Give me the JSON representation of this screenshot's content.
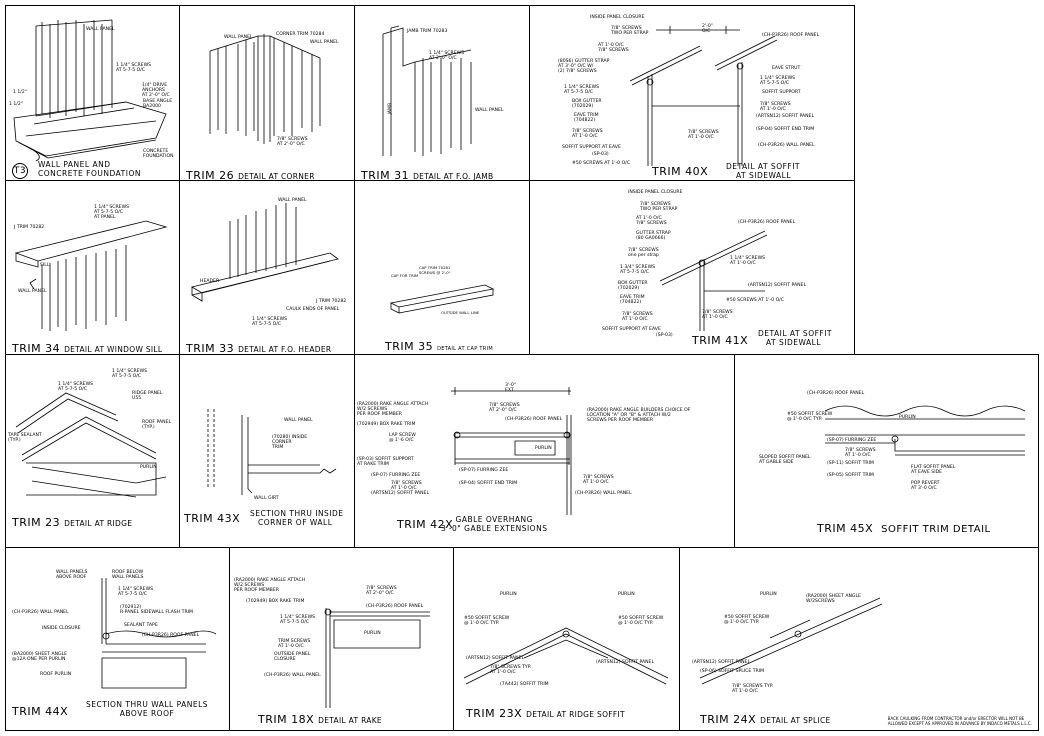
{
  "footer_note": "BACK CAULKING FROM CONTRACTOR and/or ERECTOR WILL NOT BE\nALLOWED EXCEPT AS APPROVED IN ADVANCE BY INDACO METALS L.L.C.",
  "panels": {
    "t3": {
      "num": "T3",
      "desc1": "WALL PANEL AND",
      "desc2": "CONCRETE FOUNDATION",
      "labels": [
        "WALL PANEL",
        "1 1/4\" SCREWS\nAT 5-7-5 O/C",
        "1/4\" DRIVE\nANCHORS\nAT 2'-0\" O/C",
        "BASE ANGLE\nBA2000",
        "CONCRETE\nFOUNDATION",
        "1 1/2\"",
        "1 1/2\""
      ]
    },
    "trim26": {
      "num": "TRIM 26",
      "desc": "DETAIL AT CORNER",
      "labels": [
        "WALL PANEL",
        "CORNER TRIM 70284",
        "WALL PANEL",
        "7/8\" SCREWS\nAT 2'-0\" O/C"
      ]
    },
    "trim31": {
      "num": "TRIM 31",
      "desc": "DETAIL AT F.O. JAMB",
      "labels": [
        "JAMB TRIM 70283",
        "1 1/4\" SCREWS\nAT 2'-0\" O/C",
        "WALL PANEL",
        "JAMB"
      ]
    },
    "trim40": {
      "num": "TRIM 40X",
      "desc1": "DETAIL AT SOFFIT",
      "desc2": "AT SIDEWALL",
      "labels": [
        "INSIDE PANEL CLOSURE",
        "7/8\" SCREWS\nTWO PER STRAP",
        "AT 1'-0 O/C\n7/8\" SCREWS",
        "(80S6) GUTTER STRAP\nAT 3'-0\" O/C W/\n(2) 7/8\" SCREWS",
        "1 1/4\" SCREWS\nAT 5-7-5 O/C",
        "BOX GUTTER\n(702029)",
        "EAVE TRIM\n(704822)",
        "7/8\" SCREWS\nAT 1'-0 O/C",
        "SOFFIT SUPPORT AT EAVE",
        "(SP-03)",
        "#50 SCREWS AT 1'-0 O/C",
        "2'-0\"\nO/C",
        "(CH-P3R26) ROOF PANEL",
        "EAVE STRUT",
        "1 1/4\" SCREWS\nAT 5-7-5 O/C",
        "SOFFIT SUPPORT",
        "7/8\" SCREWS\nAT 1'-0 O/C",
        "(ARTSN12) SOFFIT PANEL",
        "(SP-04) SOFFIT END TRIM",
        "(CH-P3R26) WALL PANEL",
        "7/8\" SCREWS\nAT 1'-0 O/C"
      ]
    },
    "trim34": {
      "num": "TRIM 34",
      "desc": "DETAIL AT WINDOW SILL",
      "labels": [
        "J TRIM 70282",
        "1 1/4\" SCREWS\nAT 5-7-5 O/C\nAT PANEL",
        "SILL",
        "WALL PANEL"
      ]
    },
    "trim33": {
      "num": "TRIM 33",
      "desc": "DETAIL AT F.O. HEADER",
      "labels": [
        "WALL PANEL",
        "HEADER",
        "J TRIM 70282",
        "CAULK ENDS OF PANEL",
        "1 1/4\" SCREWS\nAT 5-7-5 O/C"
      ]
    },
    "trim35": {
      "num": "TRIM 35",
      "desc": "DETAIL AT CAP TRIM",
      "labels": [
        "CAP TRIM 70281\nSCREWS @ 2'-0\"",
        "CAP FOR TRIM",
        "OUTSIDE WALL LINE"
      ]
    },
    "trim41": {
      "num": "TRIM 41X",
      "desc1": "DETAIL AT SOFFIT",
      "desc2": "AT SIDEWALL",
      "labels": [
        "INSIDE PANEL CLOSURE",
        "7/8\" SCREWS\nTWO PER STRAP",
        "AT 1'-0 O/C\n7/8\" SCREWS",
        "GUTTER STRAP\n(80 GA0666)",
        "(CH-P3R26) ROOF PANEL",
        "7/8\" SCREWS\none per strap",
        "1 3/4\" SCREWS\nAT 5-7-5 O/C",
        "BOX GUTTER\n(702029)",
        "EAVE TRIM\n(704822)",
        "7/8\" SCREWS\nAT 1'-0 O/C",
        "SOFFIT SUPPORT AT EAVE",
        "(SP-03)",
        "1 1/4\" SCREWS\nAT 1'-0 O/C",
        "(ARTSN12) SOFFIT PANEL",
        "#50 SCREWS AT 1'-0 O/C",
        "7/8\" SCREWS\nAT 1'-0 O/C"
      ]
    },
    "trim23": {
      "num": "TRIM 23",
      "desc": "DETAIL AT RIDGE",
      "labels": [
        "1 1/4\" SCREWS\nAT 5-7-5 O/C",
        "1 1/4\" SCREWS\nAT 5-7-5 O/C",
        "RIDGE PANEL\nU55",
        "ROOF PANEL\n(TYP.)",
        "TAPE SEALANT\n(TYP.)",
        "PURLIN"
      ]
    },
    "trim43": {
      "num": "TRIM 43X",
      "desc1": "SECTION THRU INSIDE",
      "desc2": "CORNER OF WALL",
      "labels": [
        "WALL PANEL",
        "(70280) INSIDE\nCORNER\nTRIM",
        "WALL GIRT"
      ]
    },
    "trim42": {
      "num": "TRIM 42X",
      "desc1": "GABLE OVERHANG",
      "desc2": "3'-0\" GABLE EXTENSIONS",
      "labels": [
        "(RA2000) RAKE ANGLE ATTACH\nW/2 SCREWS\nPER ROOF MEMBER",
        "7/8\" SCREWS\nAT 2'-0\" O/C",
        "(CH-P3R26) ROOF PANEL",
        "(RA2000) RAKE ANGLE BUILDERS CHOICE OF\nLOCATION \"A\" OR \"B\" & ATTACH W/2\nSCREWS PER ROOF MEMBER",
        "(702949) BOX RAKE TRIM",
        "LAP SCREW\n@ 1'-6 O/C",
        "(SP-03) SOFFIT SUPPORT\nAT RAKE TRIM",
        "(SP-07) FURRING ZEE",
        "(SP-07) FURRING ZEE",
        "7/8\" SCREWS\nAT 1'-0 O/C",
        "(SP-04) SOFFIT END TRIM",
        "(ARTSN12) SOFFIT PANEL",
        "(CH-P3R26) WALL PANEL",
        "7/8\" SCREWS\nAT 1'-0 O/C",
        "PURLIN",
        "3'-0\"\nEXT"
      ]
    },
    "trim45": {
      "num": "TRIM 45X",
      "desc": "SOFFIT TRIM DETAIL",
      "labels": [
        "(CH-P3R26) ROOF PANEL",
        "#50 SOFFIT SCREW\n@ 1'-0 O/C TYP.",
        "PURLIN",
        "(SP-07) FURRING ZEE",
        "7/8\" SCREWS\nAT 1'-0 O/C",
        "SLOPED SOFFIT PANEL\nAT GABLE SIDE",
        "(SP-11) SOFFIT TRIM",
        "(SP-05) SOFFIT TRIM",
        "FLAT SOFFIT PANEL\nAT EAVE SIDE",
        "POP REVERT\nAT 3'-0 O/C"
      ]
    },
    "trim44": {
      "num": "TRIM 44X",
      "desc1": "SECTION THRU WALL PANELS",
      "desc2": "ABOVE ROOF",
      "labels": [
        "WALL PANELS\nABOVE ROOF",
        "ROOF BELOW\nWALL PANELS",
        "1 1/4\" SCREWS\nAT 5-7-5 O/C",
        "(CH-P3R26) WALL PANEL",
        "(702912)\nR-PANEL SIDEWALL FLASH TRIM",
        "INSIDE CLOSURE",
        "SEALANT TAPE",
        "(CH-P3R26) ROOF PANEL",
        "(BA2000) SHEET ANGLE\n@12A ONE PER PURLIN",
        "ROOF PURLIN"
      ]
    },
    "trim18": {
      "num": "TRIM 18X",
      "desc": "DETAIL AT RAKE",
      "labels": [
        "(RA2000) RAKE ANGLE ATTACH\nW/2 SCREWS\nPER ROOF MEMBER",
        "(702949) BOX RAKE TRIM",
        "7/8\" SCREWS\nAT 2'-0\" O/C",
        "(CH-P3R26) ROOF PANEL",
        "1 1/4\" SCREWS\nAT 5-7-5 O/C",
        "PURLIN",
        "TRIM SCREWS\nAT 1'-0 O/C",
        "OUTSIDE PANEL\nCLOSURE",
        "(CH-P3R26) WALL PANEL"
      ]
    },
    "trim23x": {
      "num": "TRIM 23X",
      "desc": "DETAIL AT RIDGE SOFFIT",
      "labels": [
        "PURLIN",
        "PURLIN",
        "#50 SOFFIT SCREW\n@ 1'-0 O/C TYP.",
        "#50 SOFFIT SCREW\n@ 1'-0 O/C TYP.",
        "(ARTSN12) SOFFIT PANEL",
        "7/8\" SCREWS TYP.\nAT 1'-0 O/C",
        "(ARTSN12) SOFFIT PANEL",
        "(7A442) SOFFIT TRIM"
      ]
    },
    "trim24x": {
      "num": "TRIM 24X",
      "desc": "DETAIL AT SPLICE",
      "labels": [
        "PURLIN",
        "(RA2000) SHEET ANGLE\nW/2SCREWS",
        "#50 SOFFIT SCREW\n@ 1'-0 O/C TYP.",
        "(ARTSN12) SOFFIT PANEL",
        "(SP-06) SOFFIT SPLICE TRIM",
        "7/8\" SCREWS TYP.\nAT 1'-0 O/C"
      ]
    }
  }
}
